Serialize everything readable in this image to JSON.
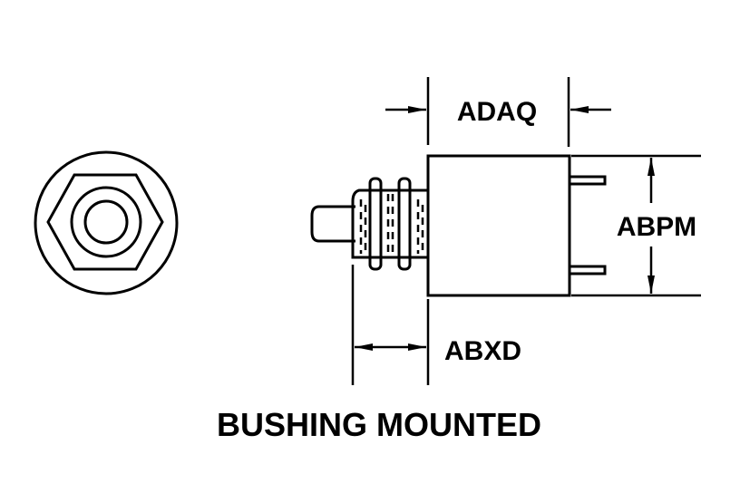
{
  "title": "BUSHING MOUNTED",
  "dimensions": {
    "width_label": "ADAQ",
    "height_label": "ABPM",
    "bushing_label": "ABXD"
  },
  "colors": {
    "line": "#000000",
    "background": "#ffffff"
  }
}
